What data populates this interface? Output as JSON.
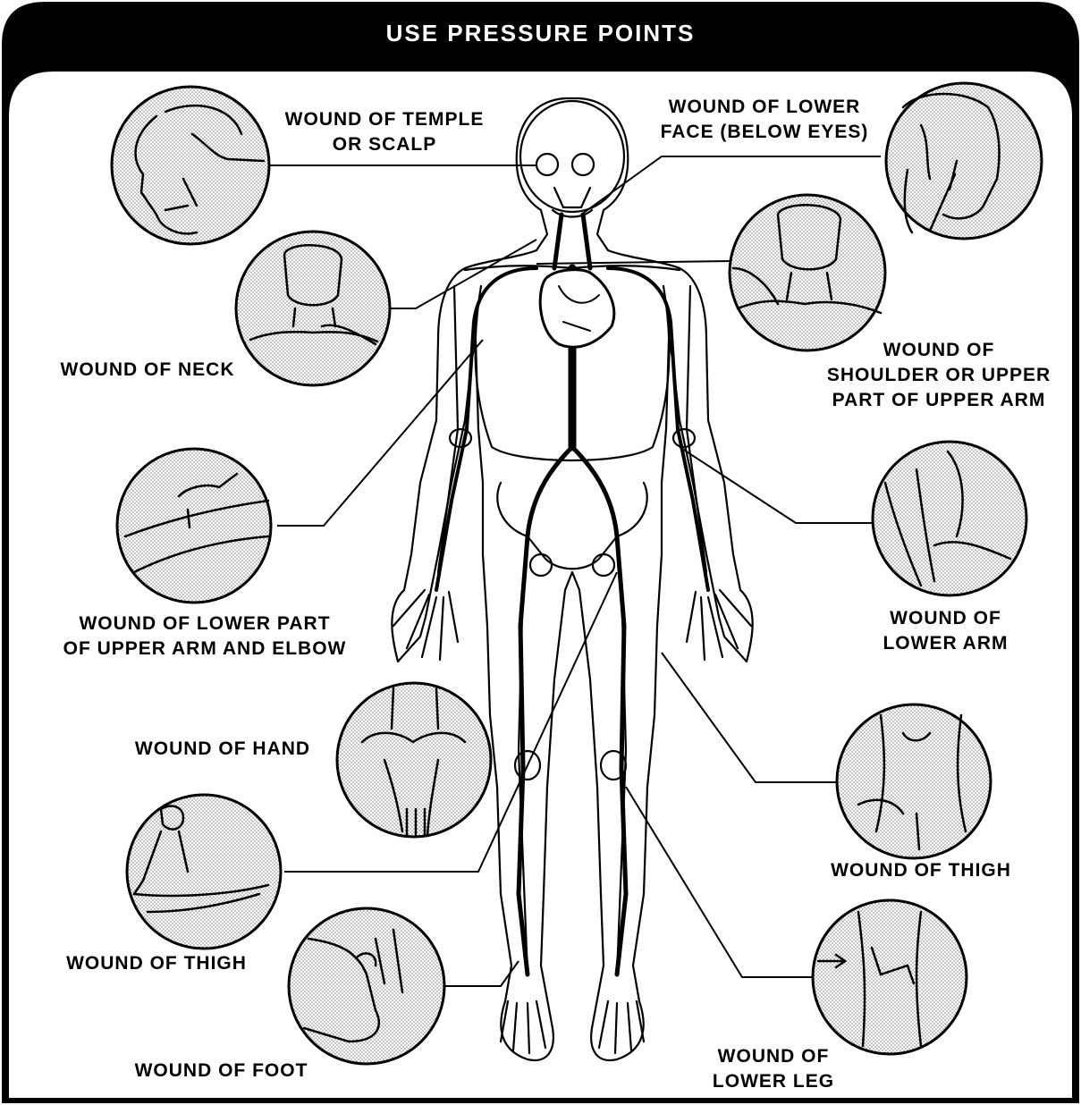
{
  "title": "USE PRESSURE POINTS",
  "labels": {
    "temple": [
      "WOUND OF TEMPLE",
      "OR SCALP"
    ],
    "lower_face": [
      "WOUND OF LOWER",
      "FACE (BELOW EYES)"
    ],
    "neck": [
      "WOUND OF NECK"
    ],
    "shoulder": [
      "WOUND OF",
      "SHOULDER OR UPPER",
      "PART OF UPPER ARM"
    ],
    "upper_arm_elbow": [
      "WOUND OF LOWER PART",
      "OF UPPER ARM AND ELBOW"
    ],
    "lower_arm": [
      "WOUND OF",
      "LOWER ARM"
    ],
    "hand": [
      "WOUND OF HAND"
    ],
    "thigh_right": [
      "WOUND OF THIGH"
    ],
    "thigh_left": [
      "WOUND OF THIGH"
    ],
    "foot": [
      "WOUND OF FOOT"
    ],
    "lower_leg": [
      "WOUND OF",
      "LOWER LEG"
    ]
  },
  "colors": {
    "ink": "#000000",
    "paper": "#ffffff",
    "shade": "#d4d4d4"
  }
}
